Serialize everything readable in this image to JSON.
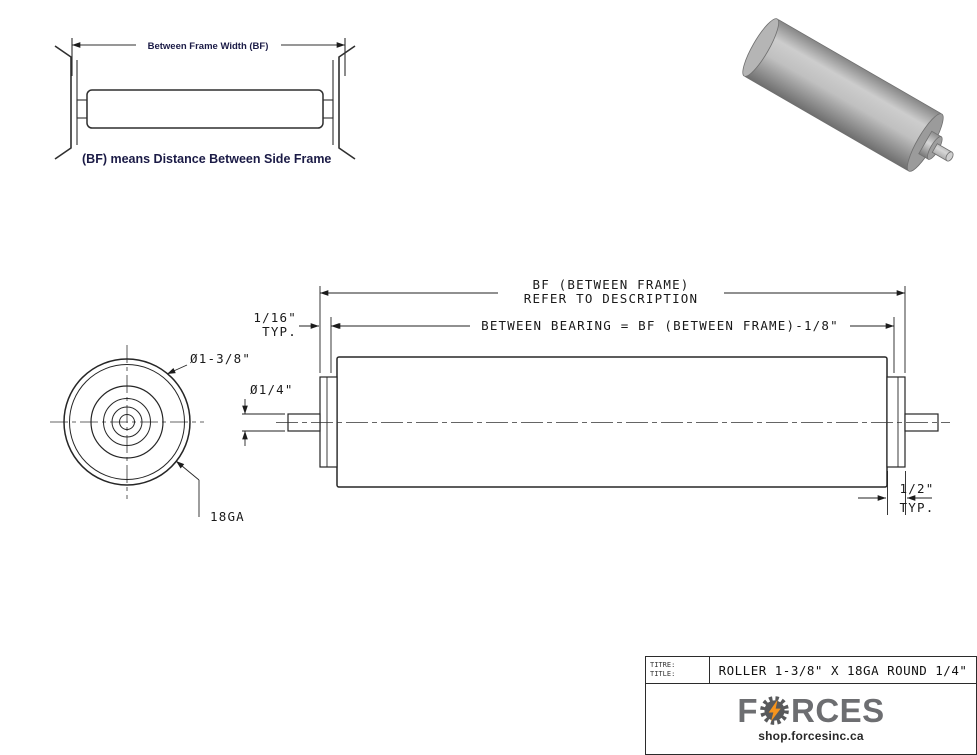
{
  "top_diagram": {
    "dim_label": "Between Frame Width (BF)",
    "caption": "(BF) means Distance Between Side Frame"
  },
  "end_view": {
    "diameter_label": "Ø1-3/8\"",
    "gauge_label": "18GA"
  },
  "side_view": {
    "bf_label_line1": "BF (BETWEEN FRAME)",
    "bf_label_line2": "REFER TO DESCRIPTION",
    "between_bearing_label": "BETWEEN BEARING = BF (BETWEEN FRAME)-1/8\"",
    "end_clearance_value": "1/16\"",
    "end_clearance_typ": "TYP.",
    "shaft_diameter_label": "Ø1/4\"",
    "hub_width_value": "1/2\"",
    "hub_width_typ": "TYP."
  },
  "title_block": {
    "titre_label": "TITRE:",
    "title_label": "TITLE:",
    "drawing_title": "ROLLER 1-3/8\" X 18GA ROUND 1/4\"",
    "brand_prefix": "F",
    "brand_suffix": "RCES",
    "website": "shop.forcesinc.ca",
    "accent_color": "#f7941d",
    "logo_color": "#6d6e71"
  }
}
